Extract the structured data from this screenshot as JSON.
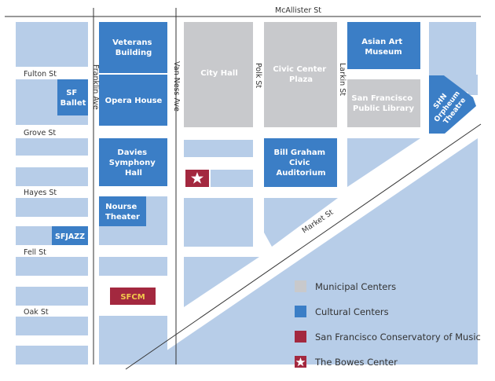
{
  "streets": {
    "mcallister": "McAllister St",
    "fulton": "Fulton St",
    "grove": "Grove St",
    "hayes": "Hayes St",
    "fell": "Fell St",
    "oak": "Oak St",
    "franklin": "Franklin Ave",
    "van_ness": "Van Ness Ave",
    "polk": "Polk St",
    "larkin": "Larkin St",
    "market": "Market St"
  },
  "buildings": {
    "veterans": [
      "Veterans",
      "Building"
    ],
    "opera": [
      "Opera House"
    ],
    "city_hall": [
      "City Hall"
    ],
    "civic_plaza": [
      "Civic Center",
      "Plaza"
    ],
    "asian_art": [
      "Asian Art",
      "Museum"
    ],
    "library": [
      "San Francisco",
      "Public Library"
    ],
    "shn": [
      "SHN",
      "Orpheum",
      "Theatre"
    ],
    "sf_ballet": [
      "SF",
      "Ballet"
    ],
    "davies": [
      "Davies",
      "Symphony",
      "Hall"
    ],
    "bill_graham": [
      "Bill Graham",
      "Civic",
      "Auditorium"
    ],
    "nourse": [
      "Nourse",
      "Theater"
    ],
    "sfjazz": [
      "SFJAZZ"
    ],
    "sfcm": [
      "SFCM"
    ]
  },
  "legend": {
    "municipal": "Municipal Centers",
    "cultural": "Cultural Centers",
    "conservatory": "San Francisco Conservatory of Music",
    "bowes": "The Bowes Center"
  },
  "colors": {
    "block": "#b7cde8",
    "municipal": "#c8c9cc",
    "cultural": "#3b7ec6",
    "conservatory": "#a3283f",
    "street_line": "#333333"
  }
}
